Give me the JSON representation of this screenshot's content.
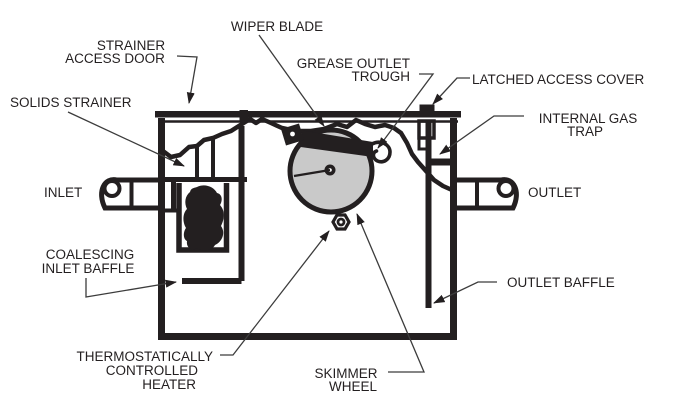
{
  "diagram": {
    "ink_color": "#231f20",
    "leader_color": "#3c3c3c",
    "wheel_fill": "#c9c9c9",
    "background_color": "#ffffff",
    "labels": {
      "strainer_access_door": [
        "STRAINER",
        "ACCESS DOOR"
      ],
      "solids_strainer": [
        "SOLIDS STRAINER"
      ],
      "wiper_blade": [
        "WIPER BLADE"
      ],
      "grease_outlet_trough": [
        "GREASE OUTLET",
        "TROUGH"
      ],
      "latched_access_cover": [
        "LATCHED ACCESS COVER"
      ],
      "internal_gas_trap": [
        "INTERNAL GAS",
        "TRAP"
      ],
      "inlet": [
        "INLET"
      ],
      "outlet": [
        "OUTLET"
      ],
      "coalescing_inlet_baffle": [
        "COALESCING",
        "INLET BAFFLE"
      ],
      "thermostatically_controlled_heater": [
        "THERMOSTATICALLY",
        "CONTROLLED",
        "HEATER"
      ],
      "skimmer_wheel": [
        "SKIMMER",
        "WHEEL"
      ],
      "outlet_baffle": [
        "OUTLET BAFFLE"
      ]
    }
  }
}
